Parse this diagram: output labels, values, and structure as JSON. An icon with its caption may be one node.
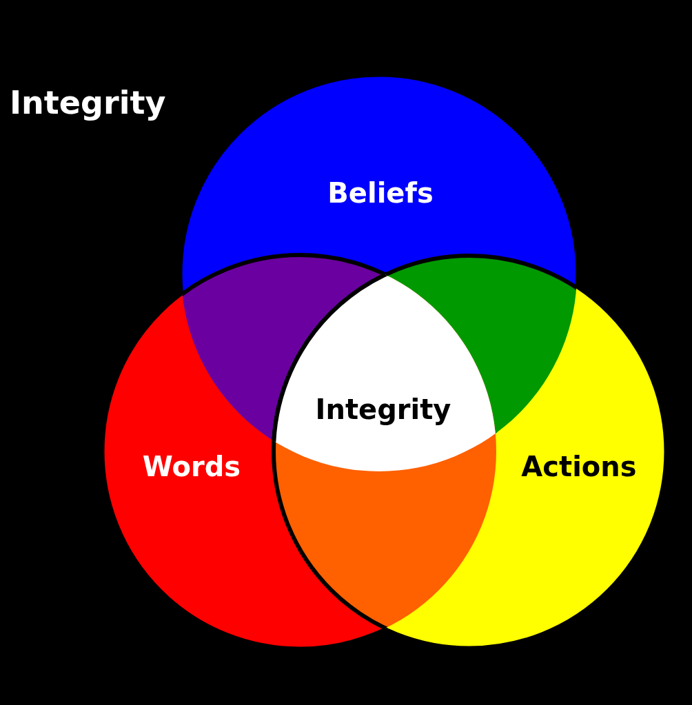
{
  "diagram": {
    "title": "Integrity",
    "nodes": [
      {
        "text": [
          "Beliefs"
        ]
      },
      {
        "text": [
          "Words"
        ]
      },
      {
        "text": [
          "Actions"
        ]
      },
      {
        "text": [
          "Integrity"
        ]
      }
    ]
  }
}
